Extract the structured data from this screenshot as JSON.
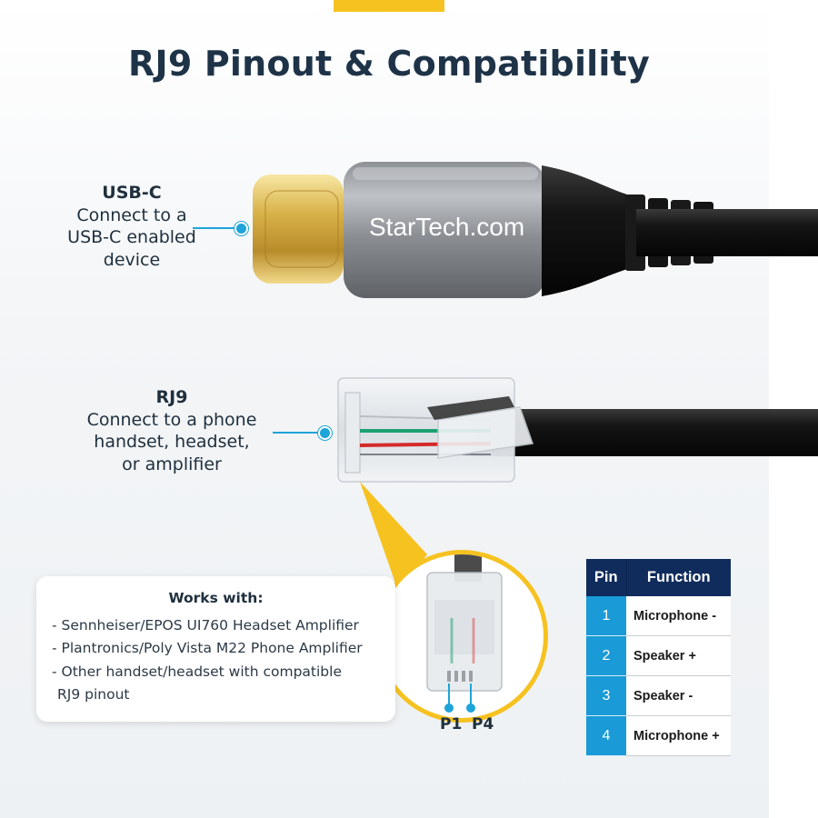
{
  "page": {
    "title": "RJ9 Pinout & Compatibility"
  },
  "usbc": {
    "head": "USB-C",
    "lines": [
      "Connect to a",
      "USB-C enabled",
      "device"
    ],
    "brand": "StarTech.com"
  },
  "rj9": {
    "head": "RJ9",
    "lines": [
      "Connect to a phone",
      "handset, headset,",
      "or amplifier"
    ]
  },
  "works_with": {
    "title": "Works with:",
    "items": [
      "- Sennheiser/EPOS UI760 Headset Amplifier",
      "- Plantronics/Poly Vista M22 Phone Amplifier",
      "- Other handset/headset with compatible",
      "  RJ9 pinout"
    ]
  },
  "pin_markers": [
    "P1",
    "P4"
  ],
  "pin_table": {
    "headers": [
      "Pin",
      "Function"
    ],
    "rows": [
      {
        "pin": "1",
        "function": "Microphone -"
      },
      {
        "pin": "2",
        "function": "Speaker +"
      },
      {
        "pin": "3",
        "function": "Speaker -"
      },
      {
        "pin": "4",
        "function": "Microphone +"
      }
    ]
  },
  "colors": {
    "accent_yellow": "#f6c220",
    "callout_blue": "#1ea4d9",
    "title_navy": "#1e3347",
    "table_header_navy": "#102c5c",
    "table_pin_blue": "#1a9ad7"
  }
}
